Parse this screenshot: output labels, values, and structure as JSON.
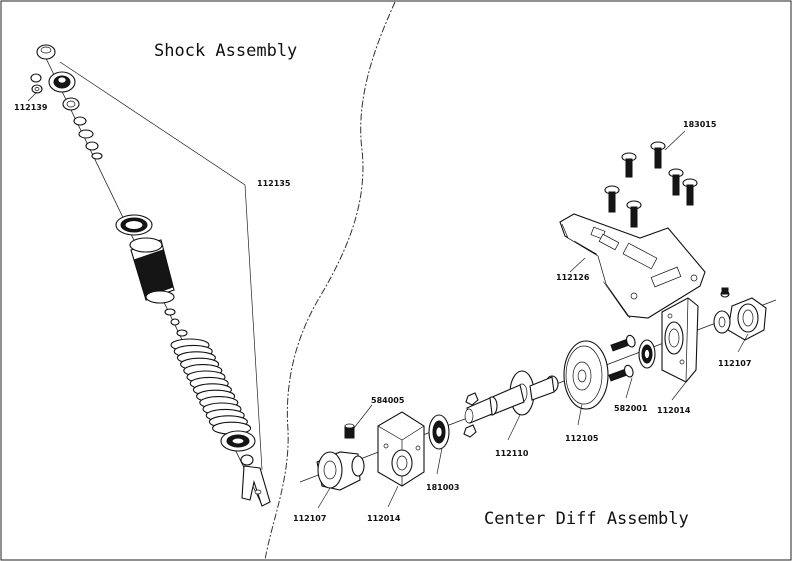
{
  "titles": {
    "shock_assembly": "Shock Assembly",
    "center_diff_assembly": "Center Diff Assembly"
  },
  "part_numbers": {
    "shock_end_small": "112139",
    "shock_complete": "112135",
    "screw_set": "183015",
    "diff_plate": "112126",
    "outdrive_right": "112107",
    "set_screw": "584005",
    "screw_bottom": "582001",
    "bearing_block_right": "112014",
    "spur_gear": "112105",
    "diff_shaft": "112110",
    "bearing": "181003",
    "outdrive_left": "112107",
    "bearing_block_left": "112014"
  }
}
